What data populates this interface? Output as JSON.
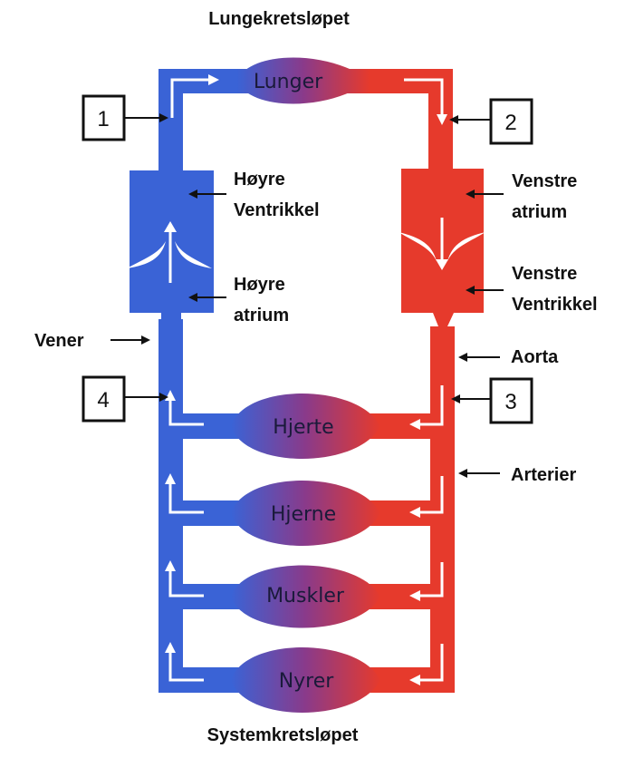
{
  "title_top": "Lungekretsløpet",
  "title_bottom": "Systemkretsløpet",
  "organs": {
    "lungs": "Lunger",
    "heart": "Hjerte",
    "brain": "Hjerne",
    "muscles": "Muskler",
    "kidneys": "Nyrer"
  },
  "labels": {
    "right_ventricle": [
      "Høyre",
      "Ventrikkel"
    ],
    "right_atrium": [
      "Høyre",
      "atrium"
    ],
    "left_atrium": [
      "Venstre",
      "atrium"
    ],
    "left_ventricle": [
      "Venstre",
      "Ventrikkel"
    ],
    "veins": "Vener",
    "aorta": "Aorta",
    "arteries": "Arterier"
  },
  "callouts": [
    "1",
    "2",
    "3",
    "4"
  ],
  "colors": {
    "deoxygenated": "#3a63d6",
    "oxygenated": "#e63a2c",
    "mixed": "#8a3a8a"
  }
}
